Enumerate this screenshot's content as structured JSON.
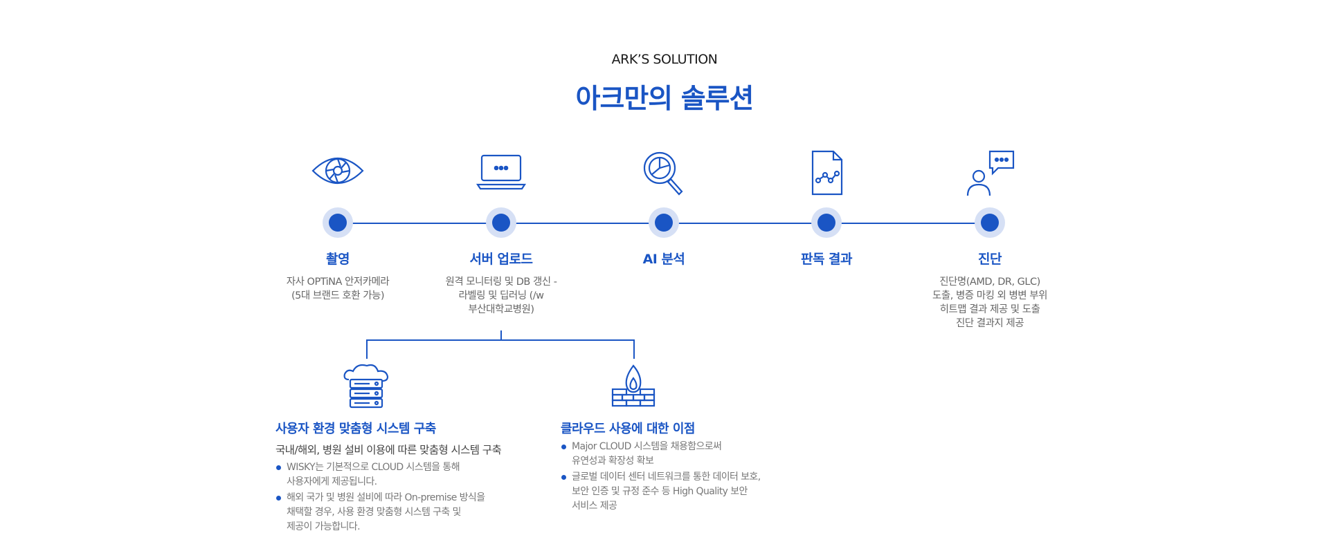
{
  "header": {
    "eyebrow": "ARK’S SOLUTION",
    "title": "아크만의 솔루션"
  },
  "colors": {
    "accent": "#1a55c4",
    "dot_halo": "#d6e0f5",
    "desc_text": "#666666"
  },
  "steps": [
    {
      "icon": "eye-icon",
      "title": "촬영",
      "desc": "자사 OPTiNA 안저카메라\n(5대 브랜드 호환 가능)"
    },
    {
      "icon": "laptop-icon",
      "title": "서버 업로드",
      "desc": "원격 모니터링 및 DB 갱신 -\n라벨링 및 딥러닝 (/w\n부산대학교병원)"
    },
    {
      "icon": "magnifier-chart-icon",
      "title": "AI 분석",
      "desc": ""
    },
    {
      "icon": "document-graph-icon",
      "title": "판독 결과",
      "desc": ""
    },
    {
      "icon": "person-chat-icon",
      "title": "진단",
      "desc": "진단명(AMD, DR, GLC)\n도출, 병증 마킹 외 병변 부위\n히트맵 결과 제공 및 도출\n진단 결과지 제공"
    }
  ],
  "branches": [
    {
      "icon": "cloud-server-icon",
      "title": "사용자 환경 맞춤형 시스템 구축",
      "lead": "국내/해외, 병원 설비 이용에 따른 맞춤형 시스템 구축",
      "bullets": [
        "WISKY는 기본적으로 CLOUD 시스템을 통해\n사용자에게 제공됩니다.",
        "해외 국가 및 병원 설비에 따라 On-premise 방식을\n채택할 경우, 사용 환경 맞춤형 시스템 구축 및\n제공이 가능합니다."
      ]
    },
    {
      "icon": "firewall-icon",
      "title": "클라우드 사용에 대한 이점",
      "lead": "",
      "bullets": [
        "Major CLOUD 시스템을 채용함으로써\n유연성과 확장성 확보",
        "글로벌 데이터 센터 네트워크를 통한 데이터 보호,\n보안 인증 및 규정 준수 등 High Quality 보안\n서비스 제공"
      ]
    }
  ]
}
